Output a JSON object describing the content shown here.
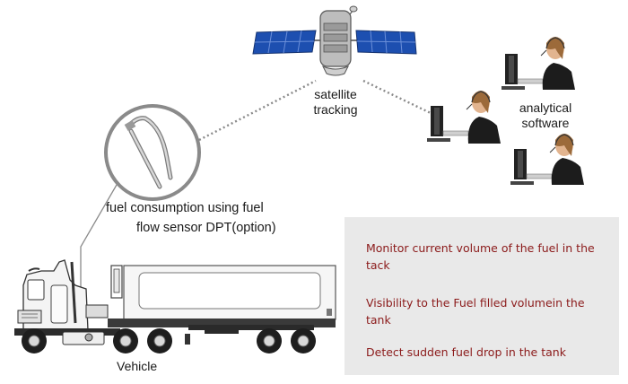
{
  "satellite": {
    "label_line1": "satellite",
    "label_line2": "tracking"
  },
  "software": {
    "label_line1": "analytical",
    "label_line2": "software"
  },
  "sensor": {
    "label_line1": "fuel consumption using fuel",
    "label_line2": "flow sensor DPT(option)"
  },
  "vehicle": {
    "label": "Vehicle"
  },
  "info_panel": {
    "items": [
      "Monitor current volume of  the  fuel in the tack",
      "Visibility to the Fuel filled volumein the tank",
      "Detect sudden fuel drop in the tank"
    ]
  },
  "colors": {
    "accent_text": "#8b1a1a",
    "panel_bg": "#e9e9e9",
    "connector": "#888888"
  }
}
